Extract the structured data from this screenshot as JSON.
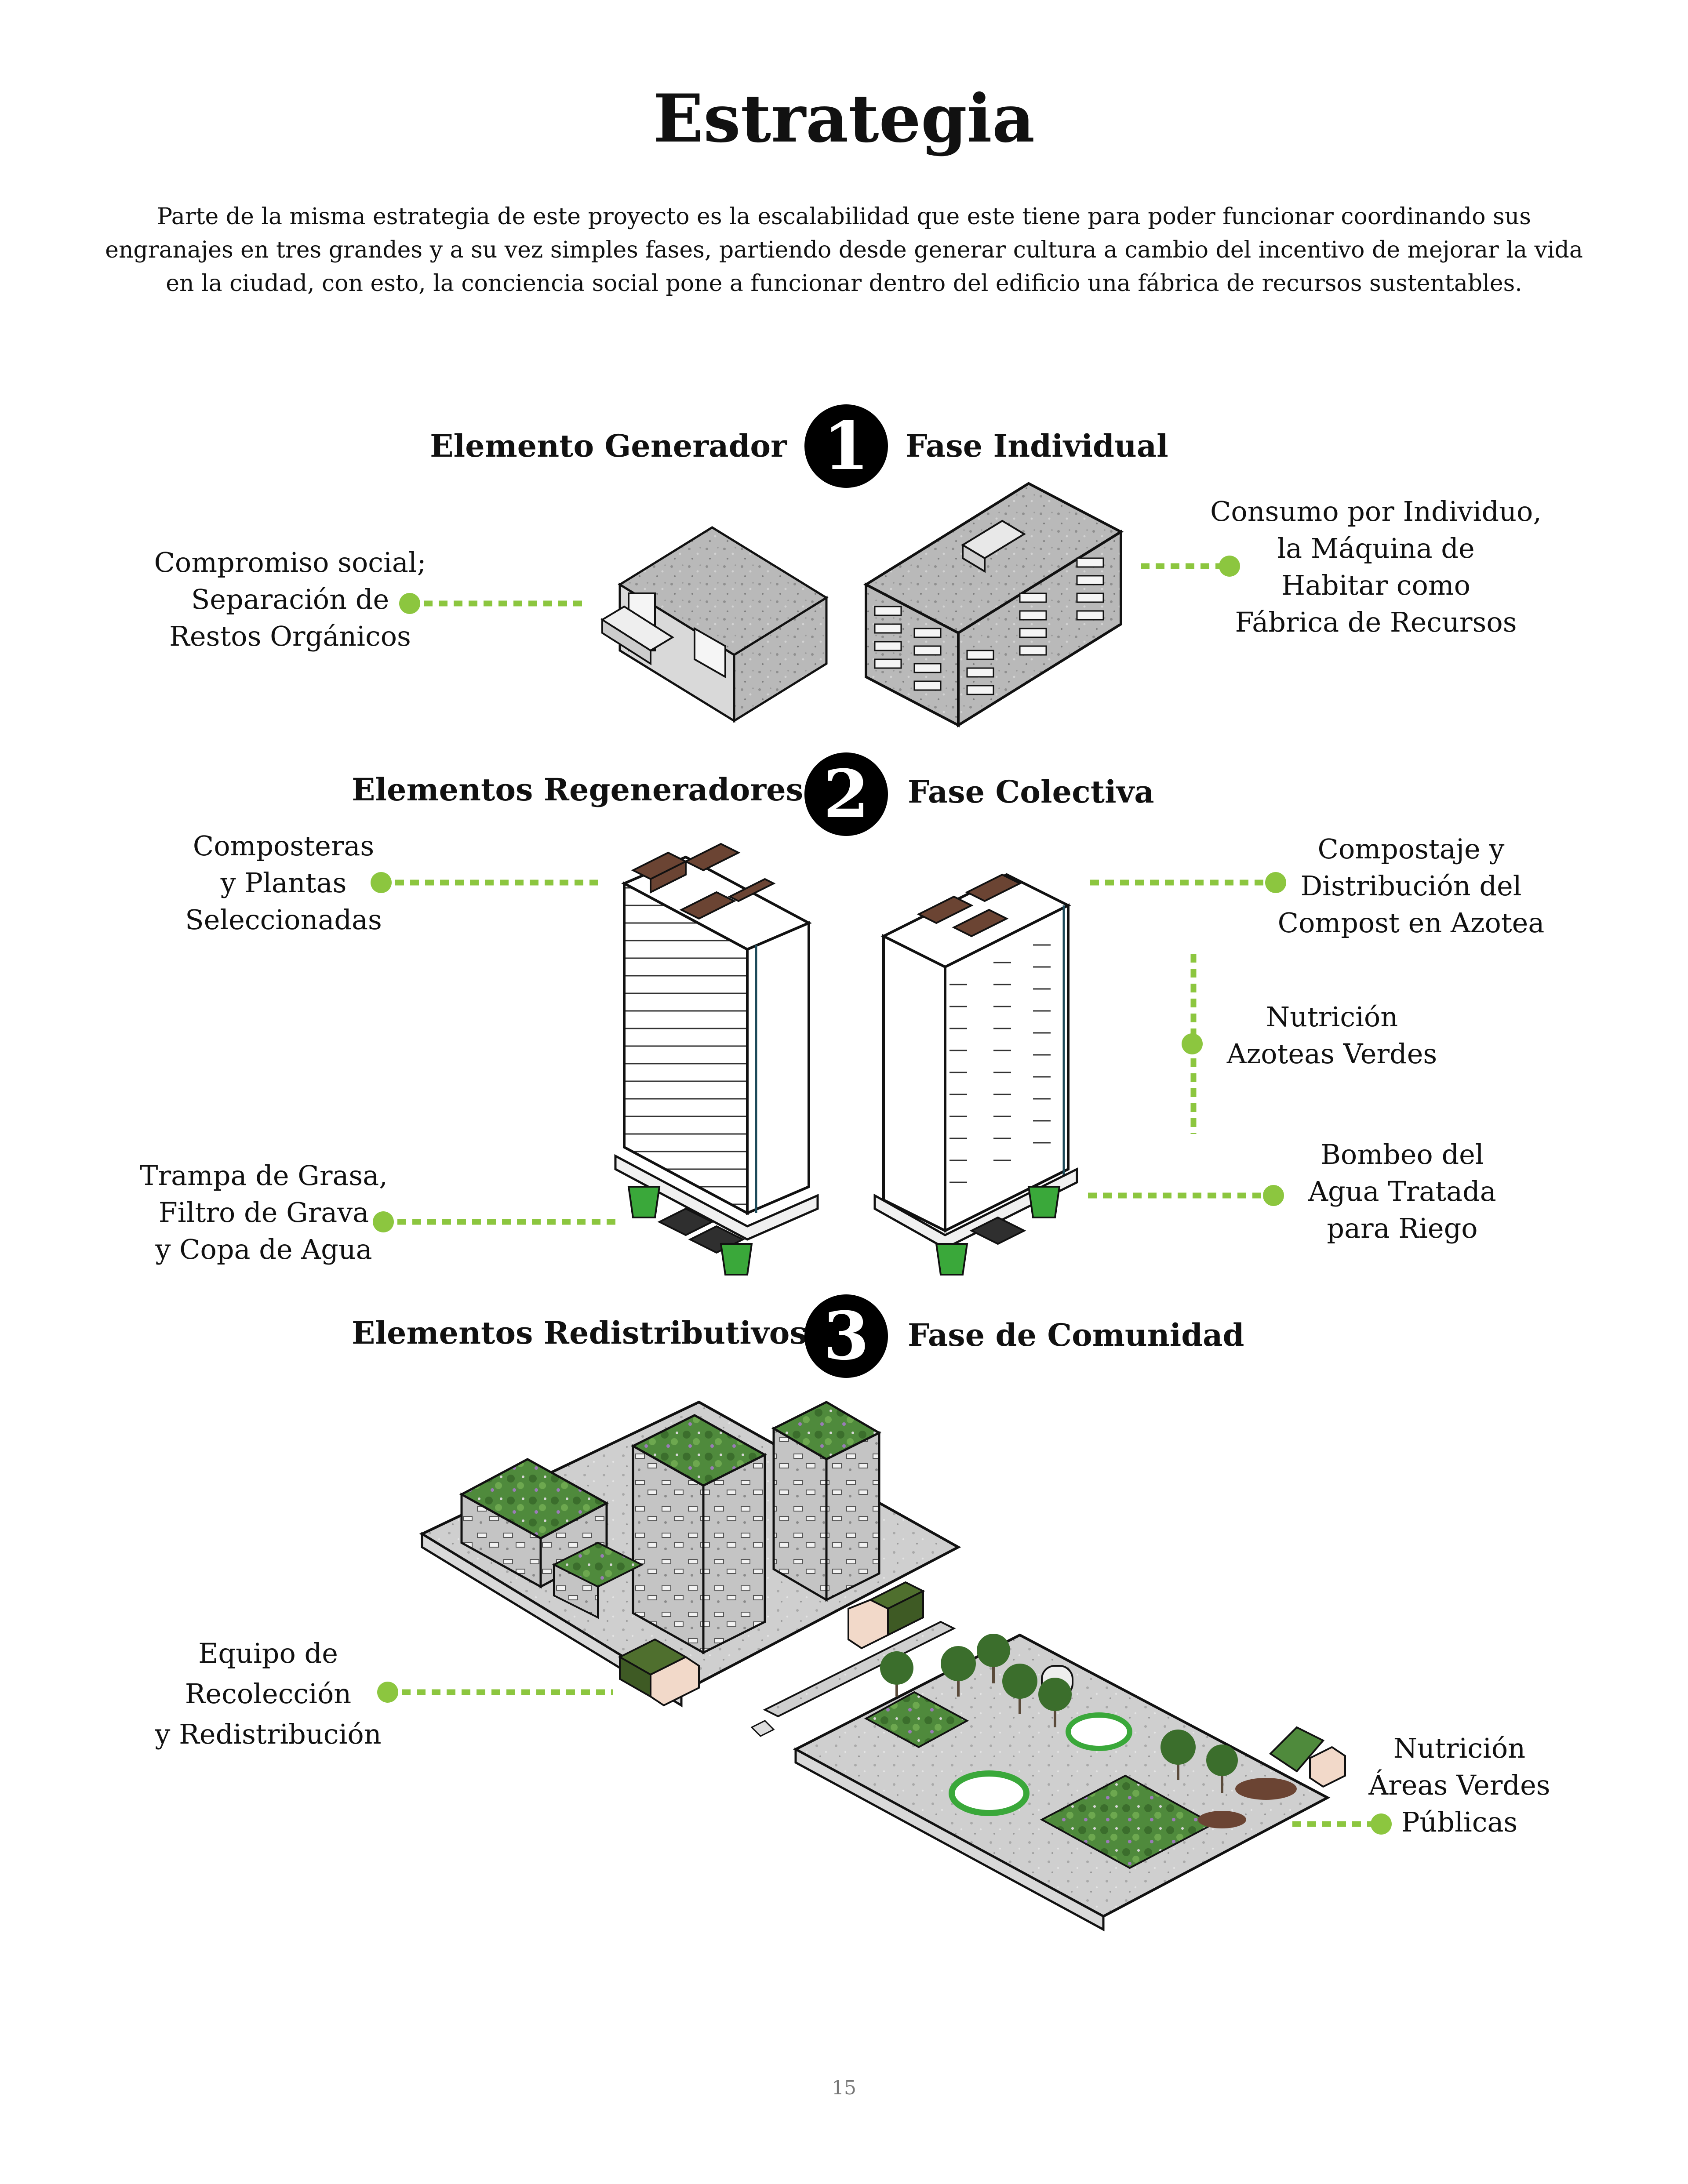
{
  "title": "Estrategia",
  "intro": "Parte de la misma estrategia de este proyecto es la escalabilidad que este tiene para poder funcionar coordinando sus engranajes en tres grandes y a su vez simples fases, partiendo desde generar cultura a cambio del incentivo de mejorar la vida en la ciudad, con esto, la conciencia social pone a funcionar dentro del edificio una fábrica de recursos sustentables.",
  "phases": [
    {
      "number": "1",
      "element_heading": "Elemento Generador",
      "phase_heading": "Fase Individual",
      "labels": [
        "Compromiso social;\nSeparación de\nRestos Orgánicos",
        "Consumo por Individuo,\nla Máquina de\nHabitar como\nFábrica de Recursos"
      ]
    },
    {
      "number": "2",
      "element_heading": "Elementos Regeneradores",
      "phase_heading": "Fase Colectiva",
      "labels": [
        "Composteras\ny Plantas\nSeleccionadas",
        "Compostaje y\nDistribución del\nCompost en Azotea",
        "Nutrición\nAzoteas Verdes",
        "Trampa de Grasa,\nFiltro de Grava\ny Copa de Agua",
        "Bombeo del\nAgua Tratada\npara Riego"
      ]
    },
    {
      "number": "3",
      "element_heading": "Elementos Redistributivos",
      "phase_heading": "Fase de Comunidad",
      "labels": [
        "Equipo de Recolección\ny Redistribución",
        "Nutrición\nÁreas Verdes\nPúblicas"
      ]
    }
  ],
  "page_number": "15",
  "colors": {
    "accent_green": "#8cc63f",
    "concrete": "#b8b8b8",
    "compost_brown": "#6b4433",
    "bucket_green": "#3aa83a",
    "vegetation": "#4f8a3c"
  }
}
